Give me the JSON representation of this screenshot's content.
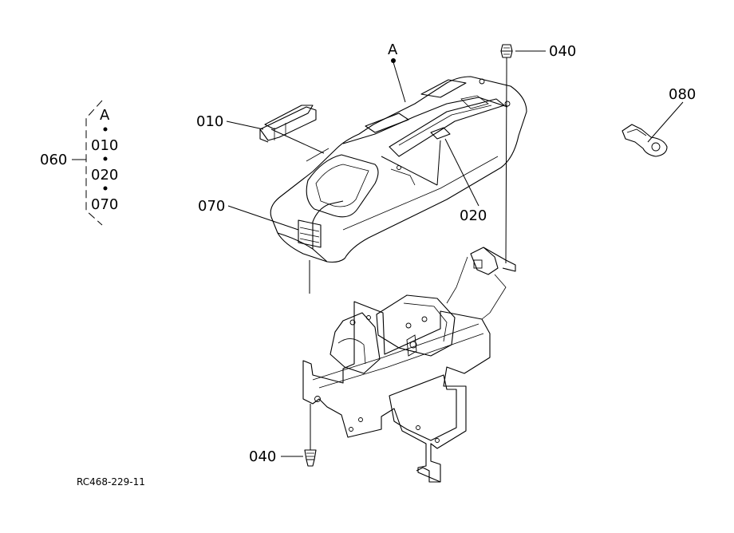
{
  "callouts": {
    "c010": "010",
    "c020": "020",
    "c040_top": "040",
    "c040_bottom": "040",
    "c060": "060",
    "c070": "070",
    "c080": "080",
    "ref_a": "A"
  },
  "group_060": {
    "items": [
      "A",
      "010",
      "020",
      "070"
    ]
  },
  "drawing_code": "RC468-229-11"
}
